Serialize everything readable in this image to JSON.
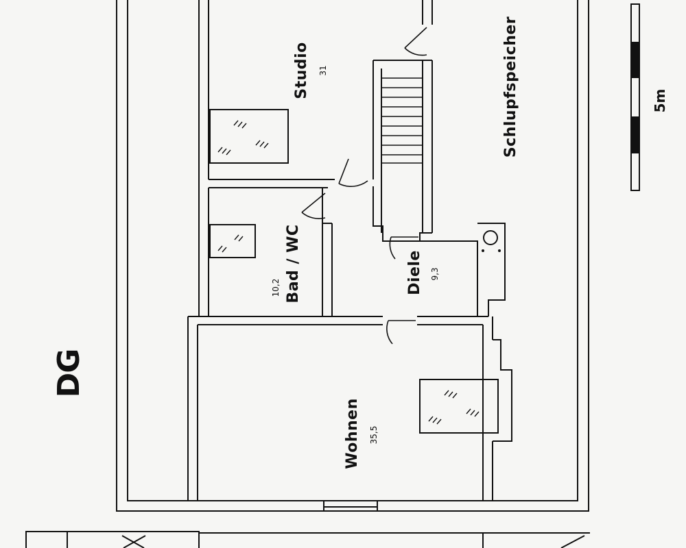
{
  "floor": {
    "label": "DG"
  },
  "rooms": [
    {
      "id": "studio",
      "name": "Studio",
      "area": "31"
    },
    {
      "id": "bad",
      "name": "Bad / WC",
      "area": "10,2"
    },
    {
      "id": "diele",
      "name": "Diele",
      "area": "9,3"
    },
    {
      "id": "wohnen",
      "name": "Wohnen",
      "area": "35,5"
    },
    {
      "id": "schlupf",
      "name": "Schlupfspeicher",
      "area": ""
    }
  ],
  "scale": {
    "label": "5m"
  },
  "colors": {
    "wall": "#111111",
    "background": "#f6f6f4"
  }
}
